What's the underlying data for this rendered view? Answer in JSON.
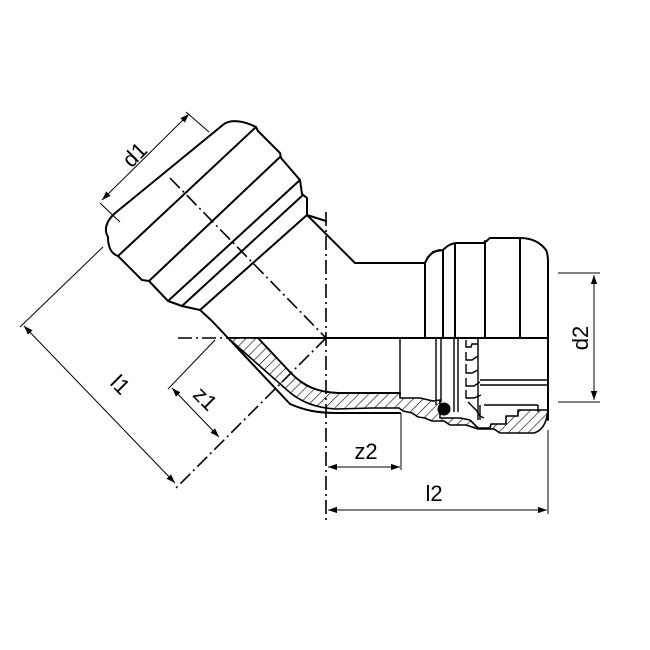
{
  "drawing": {
    "subject": "45-degree push-fit pipe elbow, technical section drawing",
    "line_color": "#000000",
    "background_color": "#ffffff"
  },
  "dimensions": {
    "d1": "d1",
    "d2": "d2",
    "l1": "l1",
    "l2": "l2",
    "z1": "z1",
    "z2": "z2"
  }
}
